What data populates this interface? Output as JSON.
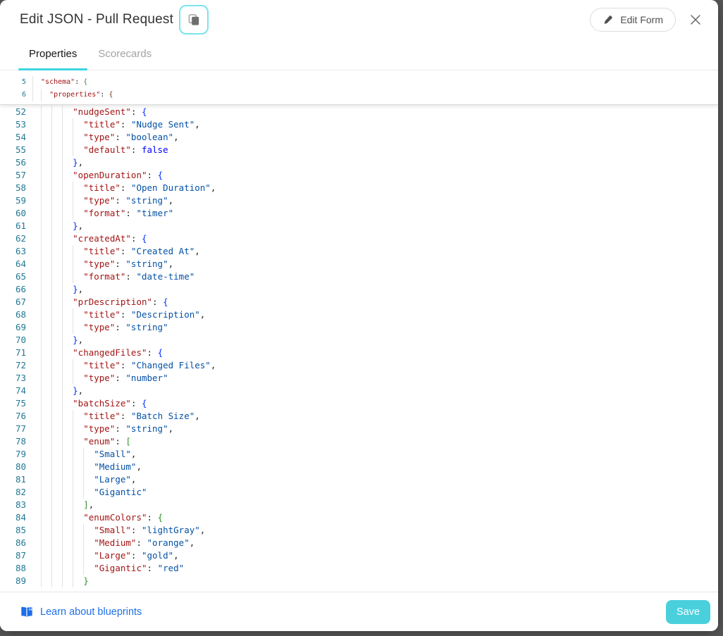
{
  "theme": {
    "accent": "#3cd4e1",
    "save_color": "#4ad0dd",
    "link_color": "#1d6ee8",
    "backdrop_color": "#58585a"
  },
  "header": {
    "title": "Edit JSON - Pull Request",
    "copy_icon": "copy-icon",
    "edit_form_label": "Edit Form",
    "edit_form_icon": "pencil-icon",
    "close_icon": "close-icon"
  },
  "tabs": [
    {
      "label": "Properties",
      "active": true
    },
    {
      "label": "Scorecards",
      "active": false
    }
  ],
  "editor": {
    "language": "json",
    "colors": {
      "line_number": "#237893",
      "key": "#a31515",
      "string": "#0451a5",
      "keyword": "#0000ff",
      "punct": "#242424",
      "bracket_blue": "#0431fa",
      "bracket_green": "#319331",
      "bracket_brown": "#7b3814"
    },
    "sticky_lines": [
      {
        "n": 5,
        "i": 1,
        "t": [
          [
            "k",
            "\"schema\""
          ],
          [
            "p",
            ": "
          ],
          [
            "b2",
            "{"
          ]
        ]
      },
      {
        "n": 6,
        "i": 2,
        "t": [
          [
            "k",
            "\"properties\""
          ],
          [
            "p",
            ": "
          ],
          [
            "b3",
            "{"
          ]
        ]
      }
    ],
    "lines": [
      {
        "n": 52,
        "i": 3,
        "t": [
          [
            "k",
            "\"nudgeSent\""
          ],
          [
            "p",
            ": "
          ],
          [
            "b1",
            "{"
          ]
        ]
      },
      {
        "n": 53,
        "i": 4,
        "t": [
          [
            "k",
            "\"title\""
          ],
          [
            "p",
            ": "
          ],
          [
            "s",
            "\"Nudge Sent\""
          ],
          [
            "p",
            ","
          ]
        ]
      },
      {
        "n": 54,
        "i": 4,
        "t": [
          [
            "k",
            "\"type\""
          ],
          [
            "p",
            ": "
          ],
          [
            "s",
            "\"boolean\""
          ],
          [
            "p",
            ","
          ]
        ]
      },
      {
        "n": 55,
        "i": 4,
        "t": [
          [
            "k",
            "\"default\""
          ],
          [
            "p",
            ": "
          ],
          [
            "w",
            "false"
          ]
        ]
      },
      {
        "n": 56,
        "i": 3,
        "t": [
          [
            "b1",
            "}"
          ],
          [
            "p",
            ","
          ]
        ]
      },
      {
        "n": 57,
        "i": 3,
        "t": [
          [
            "k",
            "\"openDuration\""
          ],
          [
            "p",
            ": "
          ],
          [
            "b1",
            "{"
          ]
        ]
      },
      {
        "n": 58,
        "i": 4,
        "t": [
          [
            "k",
            "\"title\""
          ],
          [
            "p",
            ": "
          ],
          [
            "s",
            "\"Open Duration\""
          ],
          [
            "p",
            ","
          ]
        ]
      },
      {
        "n": 59,
        "i": 4,
        "t": [
          [
            "k",
            "\"type\""
          ],
          [
            "p",
            ": "
          ],
          [
            "s",
            "\"string\""
          ],
          [
            "p",
            ","
          ]
        ]
      },
      {
        "n": 60,
        "i": 4,
        "t": [
          [
            "k",
            "\"format\""
          ],
          [
            "p",
            ": "
          ],
          [
            "s",
            "\"timer\""
          ]
        ]
      },
      {
        "n": 61,
        "i": 3,
        "t": [
          [
            "b1",
            "}"
          ],
          [
            "p",
            ","
          ]
        ]
      },
      {
        "n": 62,
        "i": 3,
        "t": [
          [
            "k",
            "\"createdAt\""
          ],
          [
            "p",
            ": "
          ],
          [
            "b1",
            "{"
          ]
        ]
      },
      {
        "n": 63,
        "i": 4,
        "t": [
          [
            "k",
            "\"title\""
          ],
          [
            "p",
            ": "
          ],
          [
            "s",
            "\"Created At\""
          ],
          [
            "p",
            ","
          ]
        ]
      },
      {
        "n": 64,
        "i": 4,
        "t": [
          [
            "k",
            "\"type\""
          ],
          [
            "p",
            ": "
          ],
          [
            "s",
            "\"string\""
          ],
          [
            "p",
            ","
          ]
        ]
      },
      {
        "n": 65,
        "i": 4,
        "t": [
          [
            "k",
            "\"format\""
          ],
          [
            "p",
            ": "
          ],
          [
            "s",
            "\"date-time\""
          ]
        ]
      },
      {
        "n": 66,
        "i": 3,
        "t": [
          [
            "b1",
            "}"
          ],
          [
            "p",
            ","
          ]
        ]
      },
      {
        "n": 67,
        "i": 3,
        "t": [
          [
            "k",
            "\"prDescription\""
          ],
          [
            "p",
            ": "
          ],
          [
            "b1",
            "{"
          ]
        ]
      },
      {
        "n": 68,
        "i": 4,
        "t": [
          [
            "k",
            "\"title\""
          ],
          [
            "p",
            ": "
          ],
          [
            "s",
            "\"Description\""
          ],
          [
            "p",
            ","
          ]
        ]
      },
      {
        "n": 69,
        "i": 4,
        "t": [
          [
            "k",
            "\"type\""
          ],
          [
            "p",
            ": "
          ],
          [
            "s",
            "\"string\""
          ]
        ]
      },
      {
        "n": 70,
        "i": 3,
        "t": [
          [
            "b1",
            "}"
          ],
          [
            "p",
            ","
          ]
        ]
      },
      {
        "n": 71,
        "i": 3,
        "t": [
          [
            "k",
            "\"changedFiles\""
          ],
          [
            "p",
            ": "
          ],
          [
            "b1",
            "{"
          ]
        ]
      },
      {
        "n": 72,
        "i": 4,
        "t": [
          [
            "k",
            "\"title\""
          ],
          [
            "p",
            ": "
          ],
          [
            "s",
            "\"Changed Files\""
          ],
          [
            "p",
            ","
          ]
        ]
      },
      {
        "n": 73,
        "i": 4,
        "t": [
          [
            "k",
            "\"type\""
          ],
          [
            "p",
            ": "
          ],
          [
            "s",
            "\"number\""
          ]
        ]
      },
      {
        "n": 74,
        "i": 3,
        "t": [
          [
            "b1",
            "}"
          ],
          [
            "p",
            ","
          ]
        ]
      },
      {
        "n": 75,
        "i": 3,
        "t": [
          [
            "k",
            "\"batchSize\""
          ],
          [
            "p",
            ": "
          ],
          [
            "b1",
            "{"
          ]
        ]
      },
      {
        "n": 76,
        "i": 4,
        "t": [
          [
            "k",
            "\"title\""
          ],
          [
            "p",
            ": "
          ],
          [
            "s",
            "\"Batch Size\""
          ],
          [
            "p",
            ","
          ]
        ]
      },
      {
        "n": 77,
        "i": 4,
        "t": [
          [
            "k",
            "\"type\""
          ],
          [
            "p",
            ": "
          ],
          [
            "s",
            "\"string\""
          ],
          [
            "p",
            ","
          ]
        ]
      },
      {
        "n": 78,
        "i": 4,
        "t": [
          [
            "k",
            "\"enum\""
          ],
          [
            "p",
            ": "
          ],
          [
            "b2",
            "["
          ]
        ]
      },
      {
        "n": 79,
        "i": 5,
        "t": [
          [
            "s",
            "\"Small\""
          ],
          [
            "p",
            ","
          ]
        ]
      },
      {
        "n": 80,
        "i": 5,
        "t": [
          [
            "s",
            "\"Medium\""
          ],
          [
            "p",
            ","
          ]
        ]
      },
      {
        "n": 81,
        "i": 5,
        "t": [
          [
            "s",
            "\"Large\""
          ],
          [
            "p",
            ","
          ]
        ]
      },
      {
        "n": 82,
        "i": 5,
        "t": [
          [
            "s",
            "\"Gigantic\""
          ]
        ]
      },
      {
        "n": 83,
        "i": 4,
        "t": [
          [
            "b2",
            "]"
          ],
          [
            "p",
            ","
          ]
        ]
      },
      {
        "n": 84,
        "i": 4,
        "t": [
          [
            "k",
            "\"enumColors\""
          ],
          [
            "p",
            ": "
          ],
          [
            "b2",
            "{"
          ]
        ]
      },
      {
        "n": 85,
        "i": 5,
        "t": [
          [
            "k",
            "\"Small\""
          ],
          [
            "p",
            ": "
          ],
          [
            "s",
            "\"lightGray\""
          ],
          [
            "p",
            ","
          ]
        ]
      },
      {
        "n": 86,
        "i": 5,
        "t": [
          [
            "k",
            "\"Medium\""
          ],
          [
            "p",
            ": "
          ],
          [
            "s",
            "\"orange\""
          ],
          [
            "p",
            ","
          ]
        ]
      },
      {
        "n": 87,
        "i": 5,
        "t": [
          [
            "k",
            "\"Large\""
          ],
          [
            "p",
            ": "
          ],
          [
            "s",
            "\"gold\""
          ],
          [
            "p",
            ","
          ]
        ]
      },
      {
        "n": 88,
        "i": 5,
        "t": [
          [
            "k",
            "\"Gigantic\""
          ],
          [
            "p",
            ": "
          ],
          [
            "s",
            "\"red\""
          ]
        ]
      },
      {
        "n": 89,
        "i": 4,
        "t": [
          [
            "b2",
            "}"
          ]
        ]
      }
    ]
  },
  "footer": {
    "link_label": "Learn about blueprints",
    "link_icon": "book-icon",
    "save_label": "Save"
  }
}
